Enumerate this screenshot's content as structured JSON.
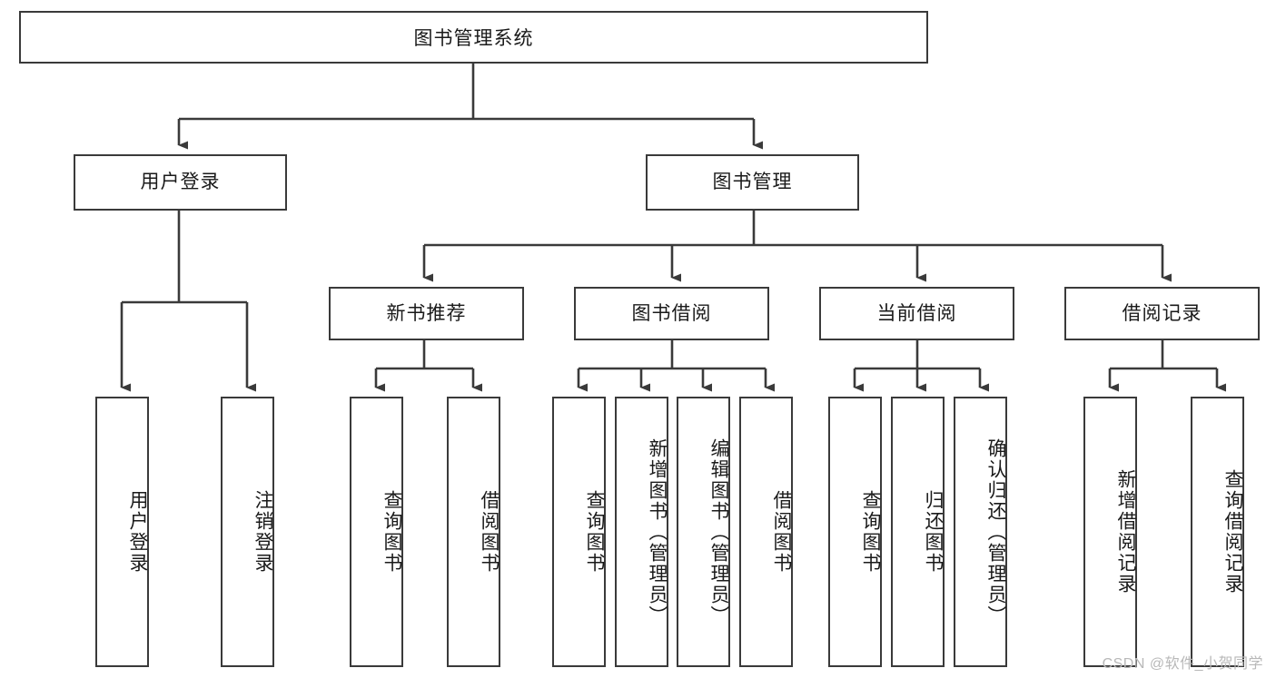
{
  "diagram": {
    "title": "图书管理系统",
    "watermark": "CSDN @软件_小贺同学",
    "colors": {
      "box_border": "#3a3a3a",
      "connector": "#3a3a3a",
      "background": "#ffffff",
      "text": "#1a1a1a",
      "watermark": "#b8b8b8"
    },
    "root": {
      "label": "图书管理系统"
    },
    "level2": [
      {
        "label": "用户登录"
      },
      {
        "label": "图书管理"
      }
    ],
    "level3": [
      {
        "label": "新书推荐"
      },
      {
        "label": "图书借阅"
      },
      {
        "label": "当前借阅"
      },
      {
        "label": "借阅记录"
      }
    ],
    "leaves": {
      "user_login": [
        {
          "label": "用户登录"
        },
        {
          "label": "注销登录"
        }
      ],
      "new_book_recommend": [
        {
          "label": "查询图书"
        },
        {
          "label": "借阅图书"
        }
      ],
      "book_borrow": [
        {
          "label": "查询图书"
        },
        {
          "label": "新增图书（管理员）"
        },
        {
          "label": "编辑图书（管理员）"
        },
        {
          "label": "借阅图书"
        }
      ],
      "current_borrow": [
        {
          "label": "查询图书"
        },
        {
          "label": "归还图书"
        },
        {
          "label": "确认归还（管理员）"
        }
      ],
      "borrow_record": [
        {
          "label": "新增借阅记录"
        },
        {
          "label": "查询借阅记录"
        }
      ]
    }
  },
  "chart_data": {
    "type": "diagram",
    "subtype": "tree-hierarchy",
    "title": "图书管理系统",
    "orientation": "top-down",
    "nodes": [
      {
        "id": "root",
        "label": "图书管理系统",
        "level": 0,
        "parent": null
      },
      {
        "id": "n_user_login",
        "label": "用户登录",
        "level": 1,
        "parent": "root"
      },
      {
        "id": "n_book_mgmt",
        "label": "图书管理",
        "level": 1,
        "parent": "root"
      },
      {
        "id": "n_recommend",
        "label": "新书推荐",
        "level": 2,
        "parent": "n_book_mgmt"
      },
      {
        "id": "n_borrow",
        "label": "图书借阅",
        "level": 2,
        "parent": "n_book_mgmt"
      },
      {
        "id": "n_current",
        "label": "当前借阅",
        "level": 2,
        "parent": "n_book_mgmt"
      },
      {
        "id": "n_record",
        "label": "借阅记录",
        "level": 2,
        "parent": "n_book_mgmt"
      },
      {
        "id": "l_login",
        "label": "用户登录",
        "level": 2,
        "parent": "n_user_login"
      },
      {
        "id": "l_logout",
        "label": "注销登录",
        "level": 2,
        "parent": "n_user_login"
      },
      {
        "id": "l_rec_query",
        "label": "查询图书",
        "level": 3,
        "parent": "n_recommend"
      },
      {
        "id": "l_rec_borrow",
        "label": "借阅图书",
        "level": 3,
        "parent": "n_recommend"
      },
      {
        "id": "l_bor_query",
        "label": "查询图书",
        "level": 3,
        "parent": "n_borrow"
      },
      {
        "id": "l_bor_add",
        "label": "新增图书（管理员）",
        "level": 3,
        "parent": "n_borrow"
      },
      {
        "id": "l_bor_edit",
        "label": "编辑图书（管理员）",
        "level": 3,
        "parent": "n_borrow"
      },
      {
        "id": "l_bor_borrow",
        "label": "借阅图书",
        "level": 3,
        "parent": "n_borrow"
      },
      {
        "id": "l_cur_query",
        "label": "查询图书",
        "level": 3,
        "parent": "n_current"
      },
      {
        "id": "l_cur_return",
        "label": "归还图书",
        "level": 3,
        "parent": "n_current"
      },
      {
        "id": "l_cur_confirm",
        "label": "确认归还（管理员）",
        "level": 3,
        "parent": "n_current"
      },
      {
        "id": "l_rec_add",
        "label": "新增借阅记录",
        "level": 3,
        "parent": "n_record"
      },
      {
        "id": "l_rec_find",
        "label": "查询借阅记录",
        "level": 3,
        "parent": "n_record"
      }
    ],
    "edge_style": "orthogonal-with-arrowheads",
    "legend": null
  }
}
